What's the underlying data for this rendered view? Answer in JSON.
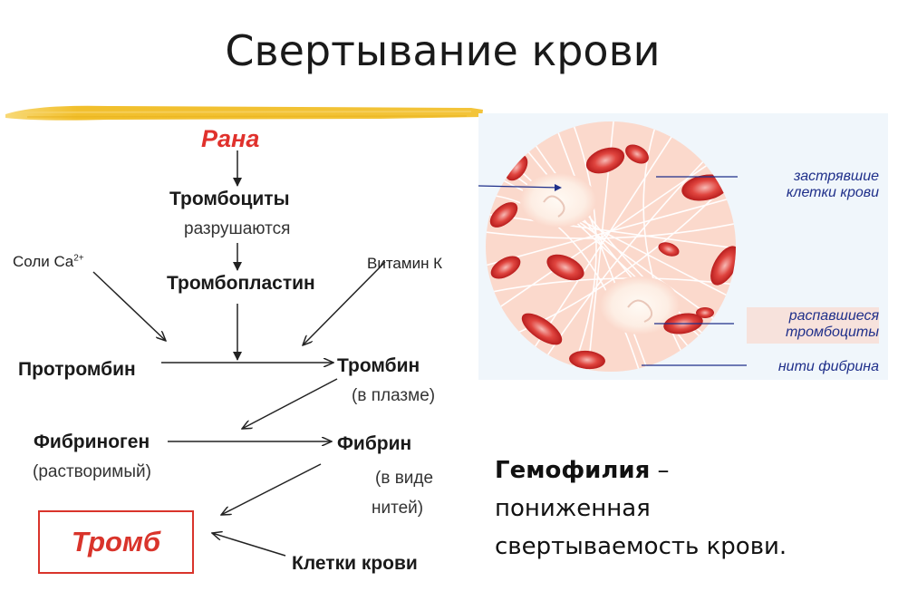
{
  "title": "Свертывание крови",
  "scheme": {
    "wound": "Рана",
    "platelets": "Тромбоциты",
    "platelets_note": "разрушаются",
    "thromboplastin": "Тромбопластин",
    "calcium_prefix": "Соли Ca",
    "calcium_charge": "2+",
    "vitamin": "Витамин К",
    "prothrombin": "Протромбин",
    "thrombin": "Тромбин",
    "thrombin_note": "(в плазме)",
    "fibrinogen": "Фибриноген",
    "fibrinogen_note": "(растворимый)",
    "fibrin": "Фибрин",
    "fibrin_note_1": "(в виде",
    "fibrin_note_2": "нитей)",
    "blood_cells": "Клетки крови",
    "thrombus": "Тромб"
  },
  "micro_labels": {
    "trapped_1": "застрявшие",
    "trapped_2": "клетки крови",
    "platelets_1": "распавшиеся",
    "platelets_2": "тромбоциты",
    "fibrin_threads": "нити фибрина"
  },
  "hemophilia": {
    "term": "Гемофилия",
    "dash": " –",
    "line2": "пониженная",
    "line3": "свертываемость крови."
  },
  "colors": {
    "accent_red": "#e0312c",
    "highlighter_yellow": "#f2c12e",
    "callout_blue": "#1f2f8a",
    "disc_fill": "#fbd9cc",
    "cell_red": "#d42a2a"
  }
}
